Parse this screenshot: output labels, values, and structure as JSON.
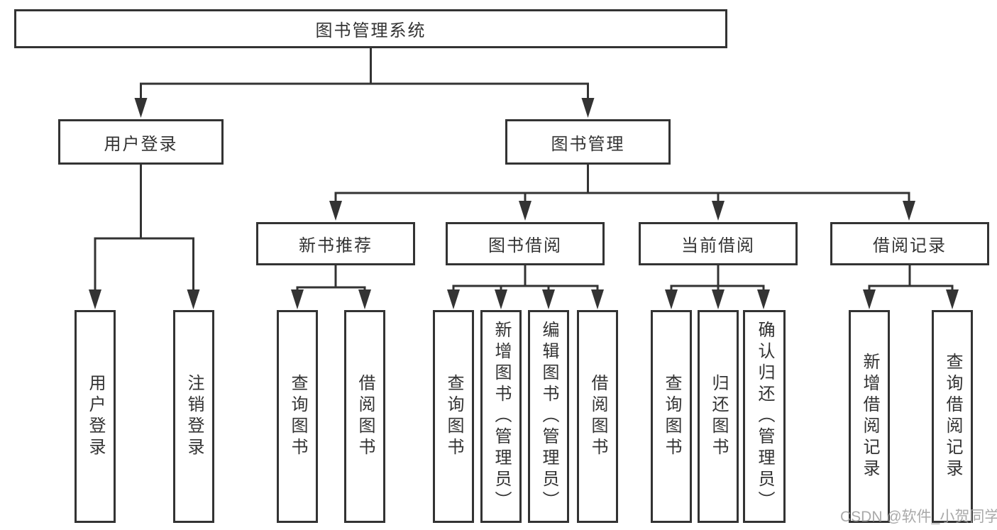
{
  "diagram": {
    "root": {
      "label": "图书管理系统"
    },
    "level2": [
      {
        "label": "用户登录"
      },
      {
        "label": "图书管理"
      }
    ],
    "level3": [
      {
        "label": "新书推荐"
      },
      {
        "label": "图书借阅"
      },
      {
        "label": "当前借阅"
      },
      {
        "label": "借阅记录"
      }
    ],
    "leaves": {
      "user_login": [
        "用户登录",
        "注销登录"
      ],
      "new_book": [
        "查询图书",
        "借阅图书"
      ],
      "book_borrow": [
        "查询图书",
        "新增图书（管理员）",
        "编辑图书（管理员）",
        "借阅图书"
      ],
      "current_borrow": [
        "查询图书",
        "归还图书",
        "确认归还（管理员）"
      ],
      "borrow_record": [
        "新增借阅记录",
        "查询借阅记录"
      ]
    },
    "colors": {
      "line": "#333333",
      "border": "#333333",
      "text": "#333333",
      "background": "#ffffff",
      "watermark": "#9e9e9e"
    }
  },
  "watermark": {
    "text": "CSDN @软件_小贺同学"
  }
}
